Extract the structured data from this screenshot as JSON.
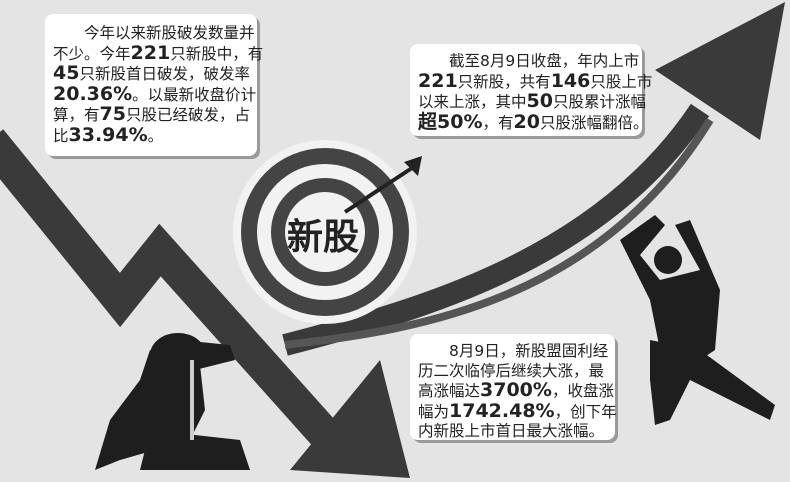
{
  "colors": {
    "background": "#e4e4e4",
    "arrow": "#3a3a3a",
    "target_dark": "#444444",
    "figure": "#1e1e1e"
  },
  "target": {
    "label": "新股",
    "icon": "bullseye-arrow-icon"
  },
  "boxes": [
    {
      "name": "info-box-breaking-issue",
      "lines": [
        [
          {
            "t": "　　今年以来新股破发数量并"
          }
        ],
        [
          {
            "t": "不少。今年"
          },
          {
            "t": "221",
            "b": true
          },
          {
            "t": "只新股中，有"
          }
        ],
        [
          {
            "t": "45",
            "b": true
          },
          {
            "t": "只新股首日破发，破发率"
          }
        ],
        [
          {
            "t": "20.36%",
            "b": true
          },
          {
            "t": "。以最新收盘价计"
          }
        ],
        [
          {
            "t": "算，有"
          },
          {
            "t": "75",
            "b": true
          },
          {
            "t": "只股已经破发，占"
          }
        ],
        [
          {
            "t": "比"
          },
          {
            "t": "33.94%",
            "b": true
          },
          {
            "t": "。"
          }
        ]
      ]
    },
    {
      "name": "info-box-rising",
      "lines": [
        [
          {
            "t": "　　截至8月9日收盘，年内上市"
          }
        ],
        [
          {
            "t": "221",
            "b": true
          },
          {
            "t": "只新股，共有"
          },
          {
            "t": "146",
            "b": true
          },
          {
            "t": "只股上市"
          }
        ],
        [
          {
            "t": "以来上涨，其中"
          },
          {
            "t": "50",
            "b": true
          },
          {
            "t": "只股累计涨幅"
          }
        ],
        [
          {
            "t": "超",
            "b": true
          },
          {
            "t": "50%",
            "b": true
          },
          {
            "t": "，有"
          },
          {
            "t": "20",
            "b": true
          },
          {
            "t": "只股涨幅翻倍。"
          }
        ]
      ]
    },
    {
      "name": "info-box-record",
      "lines": [
        [
          {
            "t": "　　8月9日，新股盟固利经"
          }
        ],
        [
          {
            "t": "历二次临停后继续大涨，最"
          }
        ],
        [
          {
            "t": "高涨幅达"
          },
          {
            "t": "3700%",
            "b": true
          },
          {
            "t": "，收盘涨"
          }
        ],
        [
          {
            "t": "幅为"
          },
          {
            "t": "1742.48%",
            "b": true
          },
          {
            "t": "，创下年"
          }
        ],
        [
          {
            "t": "内新股上市首日最大涨幅。"
          }
        ]
      ]
    }
  ]
}
